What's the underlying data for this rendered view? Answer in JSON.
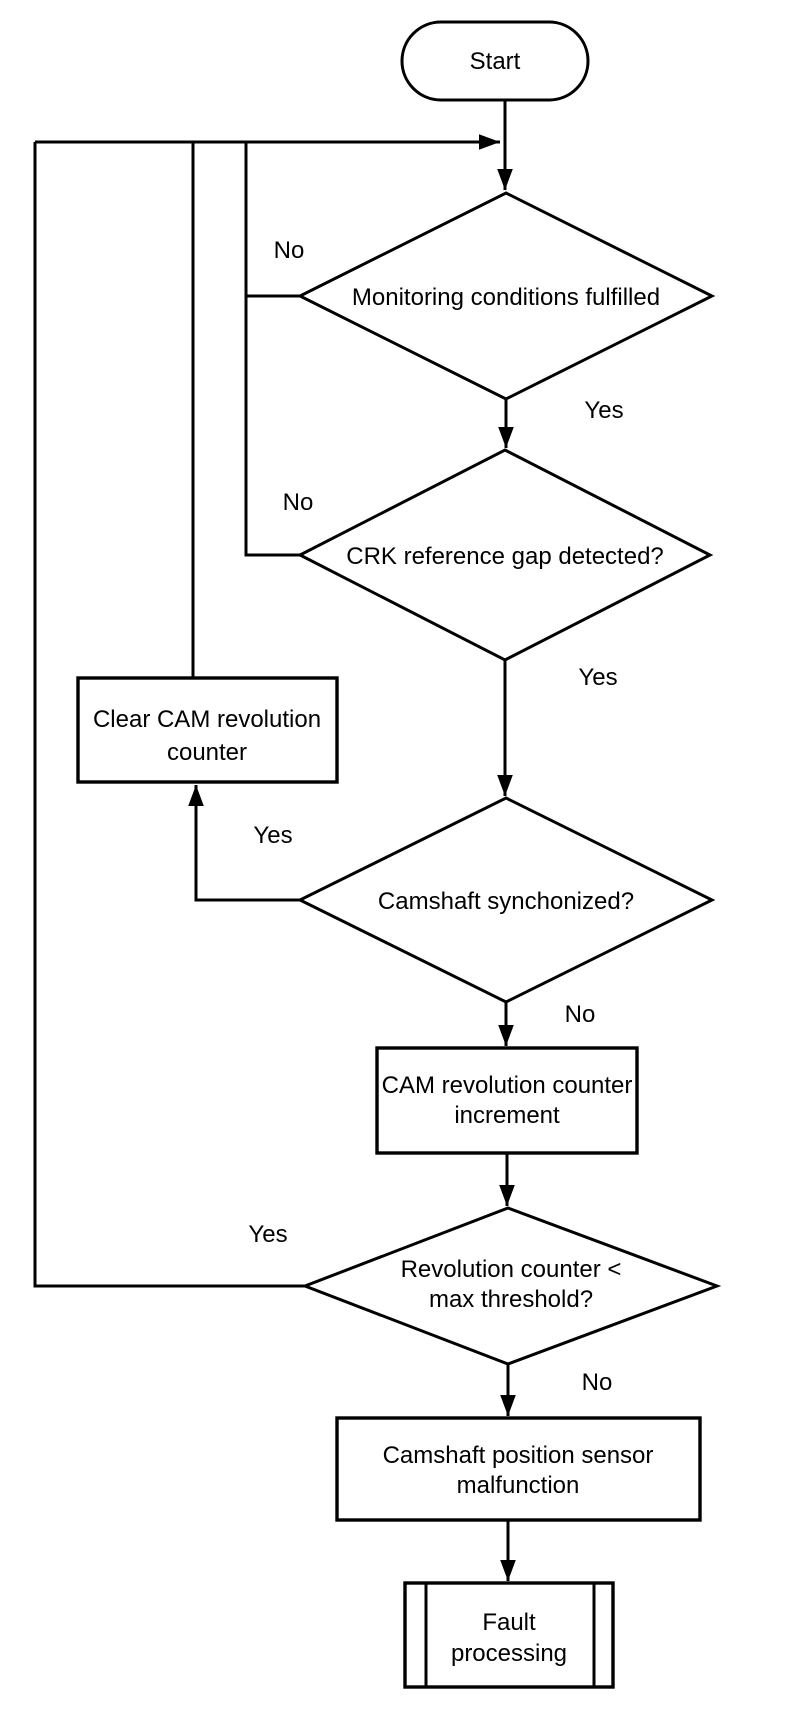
{
  "flowchart": {
    "colors": {
      "line": "#000000",
      "background": "#ffffff",
      "text": "#000000"
    },
    "nodes": {
      "start": {
        "type": "terminator",
        "label": "Start"
      },
      "monitoring_conditions": {
        "type": "decision",
        "label": "Monitoring conditions fulfilled"
      },
      "crk_reference_gap": {
        "type": "decision",
        "label": "CRK reference gap detected?"
      },
      "clear_cam_counter": {
        "type": "process",
        "lines": [
          "Clear CAM revolution",
          "counter"
        ]
      },
      "camshaft_synchronized": {
        "type": "decision",
        "label": "Camshaft synchonized?"
      },
      "cam_counter_increment": {
        "type": "process",
        "lines": [
          "CAM revolution counter",
          "increment"
        ]
      },
      "revolution_counter_check": {
        "type": "decision",
        "lines": [
          "Revolution counter <",
          "max threshold?"
        ]
      },
      "sensor_malfunction": {
        "type": "process",
        "lines": [
          "Camshaft position sensor",
          "malfunction"
        ]
      },
      "fault_processing": {
        "type": "predefined_process",
        "lines": [
          "Fault",
          "processing"
        ]
      }
    },
    "edge_labels": {
      "monitoring_no": "No",
      "monitoring_yes": "Yes",
      "crk_no": "No",
      "crk_yes": "Yes",
      "sync_yes": "Yes",
      "sync_no": "No",
      "revolution_yes": "Yes",
      "revolution_no": "No"
    }
  }
}
